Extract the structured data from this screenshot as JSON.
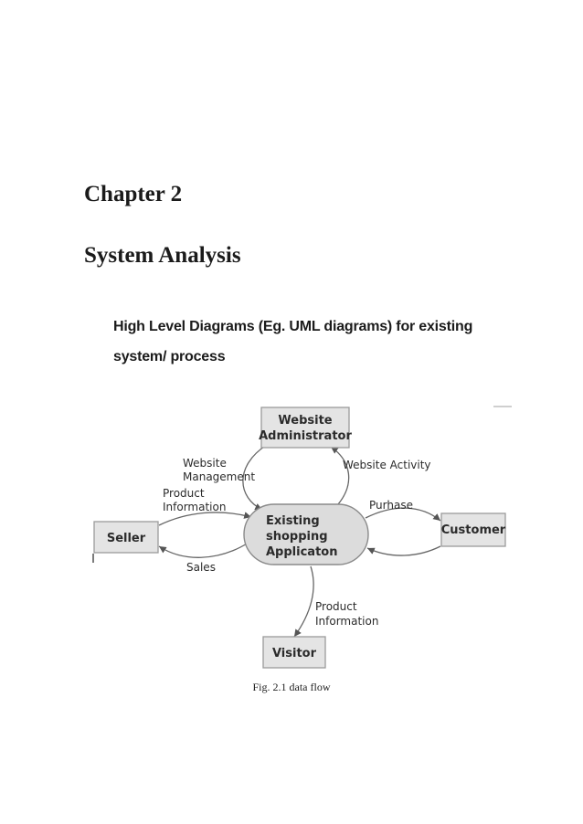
{
  "chapter_title": "Chapter 2",
  "section_title": "System Analysis",
  "subheading_line1": "High Level Diagrams (Eg. UML diagrams) for existing",
  "subheading_line2": "system/ process",
  "diagram": {
    "nodes": {
      "admin": [
        "Website",
        "Administrator"
      ],
      "center": [
        "Existing",
        "shopping",
        "Applicaton"
      ],
      "seller": "Seller",
      "customer": "Customer",
      "visitor": "Visitor"
    },
    "flows": {
      "website_management": [
        "Website",
        "Management"
      ],
      "website_activity": "Website Activity",
      "product_information_seller": [
        "Product",
        "Information"
      ],
      "purhase": "Purhase",
      "sales": "Sales",
      "product_information_visitor": [
        "Product",
        "Information"
      ]
    }
  },
  "caption": "Fig. 2.1 data flow"
}
